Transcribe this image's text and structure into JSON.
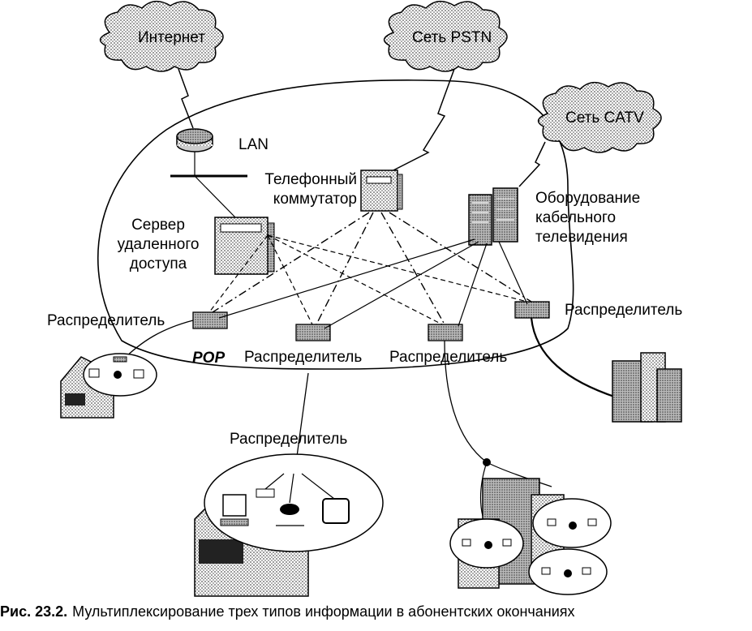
{
  "clouds": {
    "internet": "Интернет",
    "pstn": "Сеть PSTN",
    "catv": "Сеть CATV"
  },
  "labels": {
    "lan": "LAN",
    "phone_switch": [
      "Телефонный",
      "коммутатор"
    ],
    "access_server": [
      "Сервер",
      "удаленного",
      "доступа"
    ],
    "cable_equipment": [
      "Оборудование",
      "кабельного",
      "телевидения"
    ],
    "pop": "POP",
    "distributor_left": "Распределитель",
    "distributor_mid1": "Распределитель",
    "distributor_mid2": "Распределитель",
    "distributor_right": "Распределитель",
    "distributor_bottom": "Распределитель"
  },
  "caption": {
    "number": "Рис. 23.2.",
    "text": "Мультиплексирование трех типов информации в абонентских окончаниях"
  }
}
